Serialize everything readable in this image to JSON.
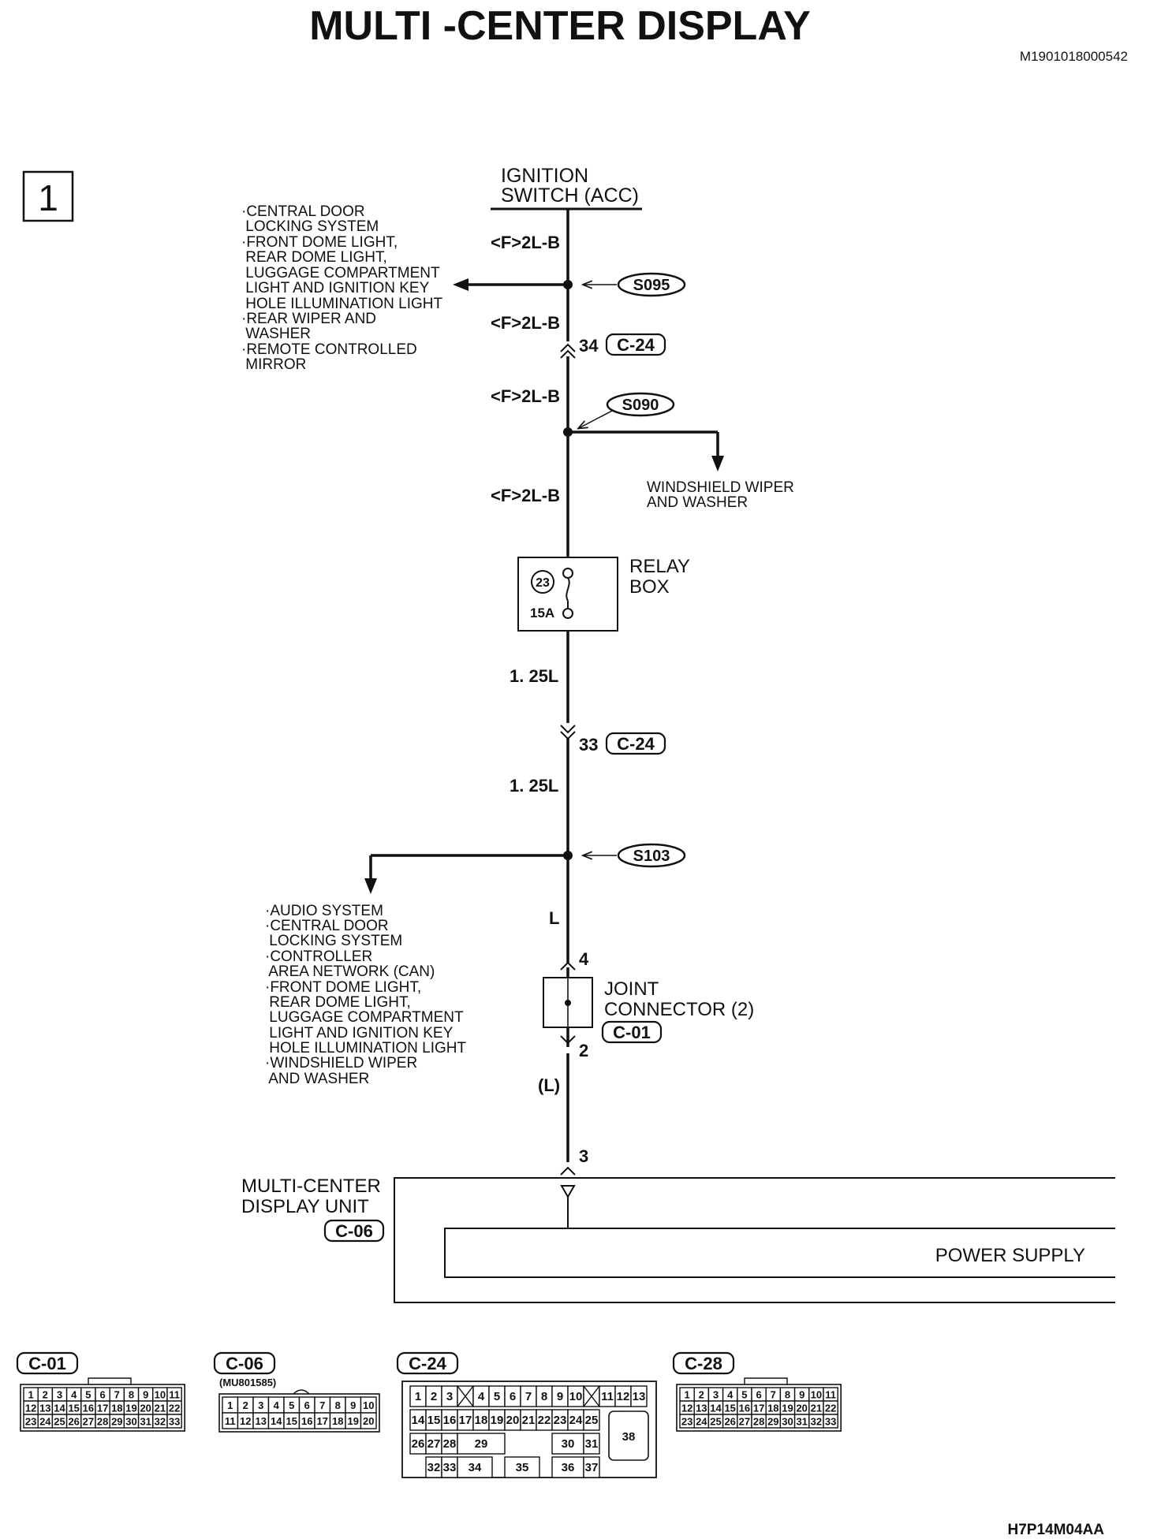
{
  "title": "MULTI -CENTER DISPLAY",
  "doc_code": "M1901018000542",
  "figure_code": "H7P14M04AA",
  "section_number": "1",
  "ignition": {
    "line1": "IGNITION",
    "line2": "SWITCH (ACC)"
  },
  "wires": {
    "w1": "<F>2L-B",
    "w2": "<F>2L-B",
    "w3": "<F>2L-B",
    "w4": "<F>2L-B",
    "w5": "1. 25L",
    "w6": "1. 25L",
    "w7": "L",
    "w8": "(L)"
  },
  "splices": {
    "s1": "S095",
    "s2": "S090",
    "s3": "S103"
  },
  "pins": {
    "p34": "34",
    "p33": "33",
    "p4": "4",
    "p2": "2",
    "p3": "3"
  },
  "connector_refs": {
    "c24a": "C-24",
    "c24b": "C-24",
    "c01": "C-01",
    "c06": "C-06"
  },
  "branch_s095": [
    "·CENTRAL DOOR",
    " LOCKING SYSTEM",
    "·FRONT DOME LIGHT,",
    " REAR DOME LIGHT,",
    " LUGGAGE COMPARTMENT",
    " LIGHT AND IGNITION KEY",
    " HOLE ILLUMINATION LIGHT",
    "·REAR WIPER AND",
    " WASHER",
    "·REMOTE CONTROLLED",
    " MIRROR"
  ],
  "branch_s090": [
    "WINDSHIELD WIPER",
    "AND WASHER"
  ],
  "branch_s103": [
    "·AUDIO SYSTEM",
    "·CENTRAL DOOR",
    " LOCKING SYSTEM",
    "·CONTROLLER",
    " AREA NETWORK (CAN)",
    "·FRONT DOME LIGHT,",
    " REAR DOME LIGHT,",
    " LUGGAGE COMPARTMENT",
    " LIGHT AND IGNITION KEY",
    " HOLE ILLUMINATION LIGHT",
    "·WINDSHIELD WIPER",
    " AND WASHER"
  ],
  "relay_box": {
    "line1": "RELAY",
    "line2": "BOX",
    "fuse_number": "23",
    "fuse_rating": "15A"
  },
  "joint_connector": {
    "line1": "JOINT",
    "line2": "CONNECTOR (2)"
  },
  "display_unit": {
    "line1": "MULTI-CENTER",
    "line2": "DISPLAY UNIT"
  },
  "power_supply": "POWER SUPPLY",
  "connector_views": {
    "c01": {
      "label": "C-01",
      "rows": [
        [
          "1",
          "2",
          "3",
          "4",
          "5",
          "6",
          "7",
          "8",
          "9",
          "10",
          "11"
        ],
        [
          "12",
          "13",
          "14",
          "15",
          "16",
          "17",
          "18",
          "19",
          "20",
          "21",
          "22"
        ],
        [
          "23",
          "24",
          "25",
          "26",
          "27",
          "28",
          "29",
          "30",
          "31",
          "32",
          "33"
        ]
      ]
    },
    "c06": {
      "label": "C-06",
      "part": "(MU801585)",
      "rows": [
        [
          "1",
          "2",
          "3",
          "4",
          "5",
          "6",
          "7",
          "8",
          "9",
          "10"
        ],
        [
          "11",
          "12",
          "13",
          "14",
          "15",
          "16",
          "17",
          "18",
          "19",
          "20"
        ]
      ]
    },
    "c24": {
      "label": "C-24",
      "cells": [
        "1",
        "2",
        "3",
        "4",
        "5",
        "6",
        "7",
        "8",
        "9",
        "10",
        "11",
        "12",
        "13",
        "14",
        "15",
        "16",
        "17",
        "18",
        "19",
        "20",
        "21",
        "22",
        "23",
        "24",
        "25",
        "26",
        "27",
        "28",
        "29",
        "30",
        "31",
        "32",
        "33",
        "34",
        "35",
        "36",
        "37",
        "38"
      ]
    },
    "c28": {
      "label": "C-28",
      "rows": [
        [
          "1",
          "2",
          "3",
          "4",
          "5",
          "6",
          "7",
          "8",
          "9",
          "10",
          "11"
        ],
        [
          "12",
          "13",
          "14",
          "15",
          "16",
          "17",
          "18",
          "19",
          "20",
          "21",
          "22"
        ],
        [
          "23",
          "24",
          "25",
          "26",
          "27",
          "28",
          "29",
          "30",
          "31",
          "32",
          "33"
        ]
      ]
    }
  }
}
